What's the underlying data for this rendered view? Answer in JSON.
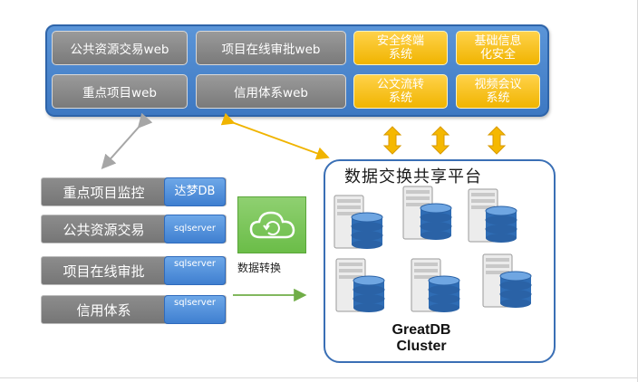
{
  "top_panel": {
    "row1": [
      {
        "label": "公共资源交易web",
        "style": "gray"
      },
      {
        "label": "项目在线审批web",
        "style": "gray"
      },
      {
        "label": "安全终端\n系统",
        "style": "yellow"
      },
      {
        "label": "基础信息\n化安全",
        "style": "yellow"
      }
    ],
    "row2": [
      {
        "label": "重点项目web",
        "style": "gray"
      },
      {
        "label": "信用体系web",
        "style": "gray"
      },
      {
        "label": "公文流转\n系统",
        "style": "yellow"
      },
      {
        "label": "视频会议\n系统",
        "style": "yellow"
      }
    ]
  },
  "left_systems": [
    {
      "label": "重点项目监控",
      "db": "达梦DB"
    },
    {
      "label": "公共资源交易",
      "db": "sqlserver"
    },
    {
      "label": "项目在线审批",
      "db": "sqlserver"
    },
    {
      "label": "信用体系",
      "db": "sqlserver"
    }
  ],
  "conversion": {
    "label": "数据转换"
  },
  "platform": {
    "title": "数据交换共享平台",
    "cluster_label": "GreatDB\nCluster"
  },
  "colors": {
    "panel_blue": "#4a86cf",
    "gray_button": "#888888",
    "yellow_button": "#f5c000",
    "db_blue": "#4f8fdc",
    "convert_green": "#78c455",
    "arrow_orange": "#f0b400",
    "arrow_gray": "#a6a6a6",
    "arrow_green": "#70ad47"
  },
  "icons": [
    "cloud-sync-icon",
    "database-server-icon",
    "double-arrow-icon"
  ]
}
